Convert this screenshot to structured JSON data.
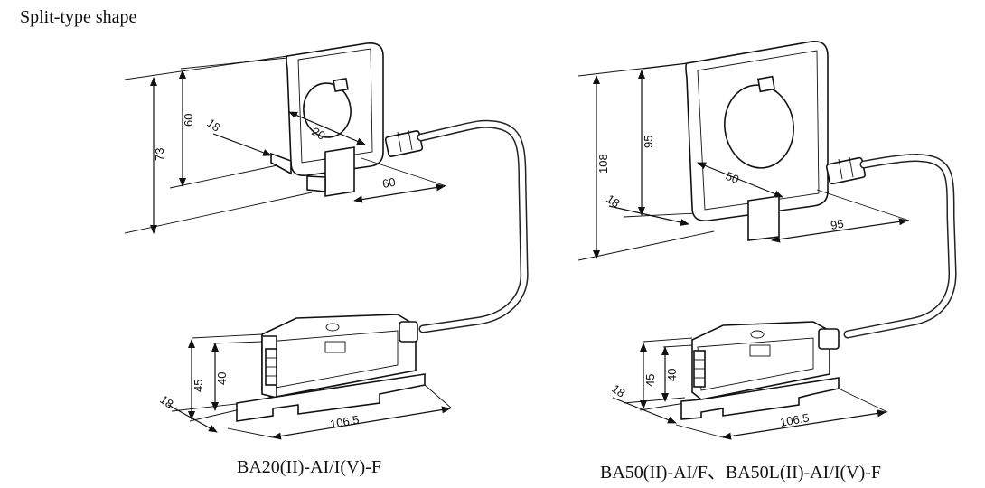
{
  "title": "Split-type shape",
  "left": {
    "model": "BA20(II)-AI/I(V)-F",
    "dims": {
      "outer_height": "73",
      "inner_height": "60",
      "depth": "18",
      "hole": "20",
      "width": "60"
    },
    "module_dims": {
      "height_total": "45",
      "height": "40",
      "depth": "18",
      "length": "106.5"
    }
  },
  "right": {
    "model": "BA50(II)-AI/F、BA50L(II)-AI/I(V)-F",
    "dims": {
      "outer_height": "108",
      "inner_height": "95",
      "depth": "18",
      "hole": "50",
      "width": "95"
    },
    "module_dims": {
      "height_total": "45",
      "height": "40",
      "depth": "18",
      "length": "106.5"
    }
  }
}
